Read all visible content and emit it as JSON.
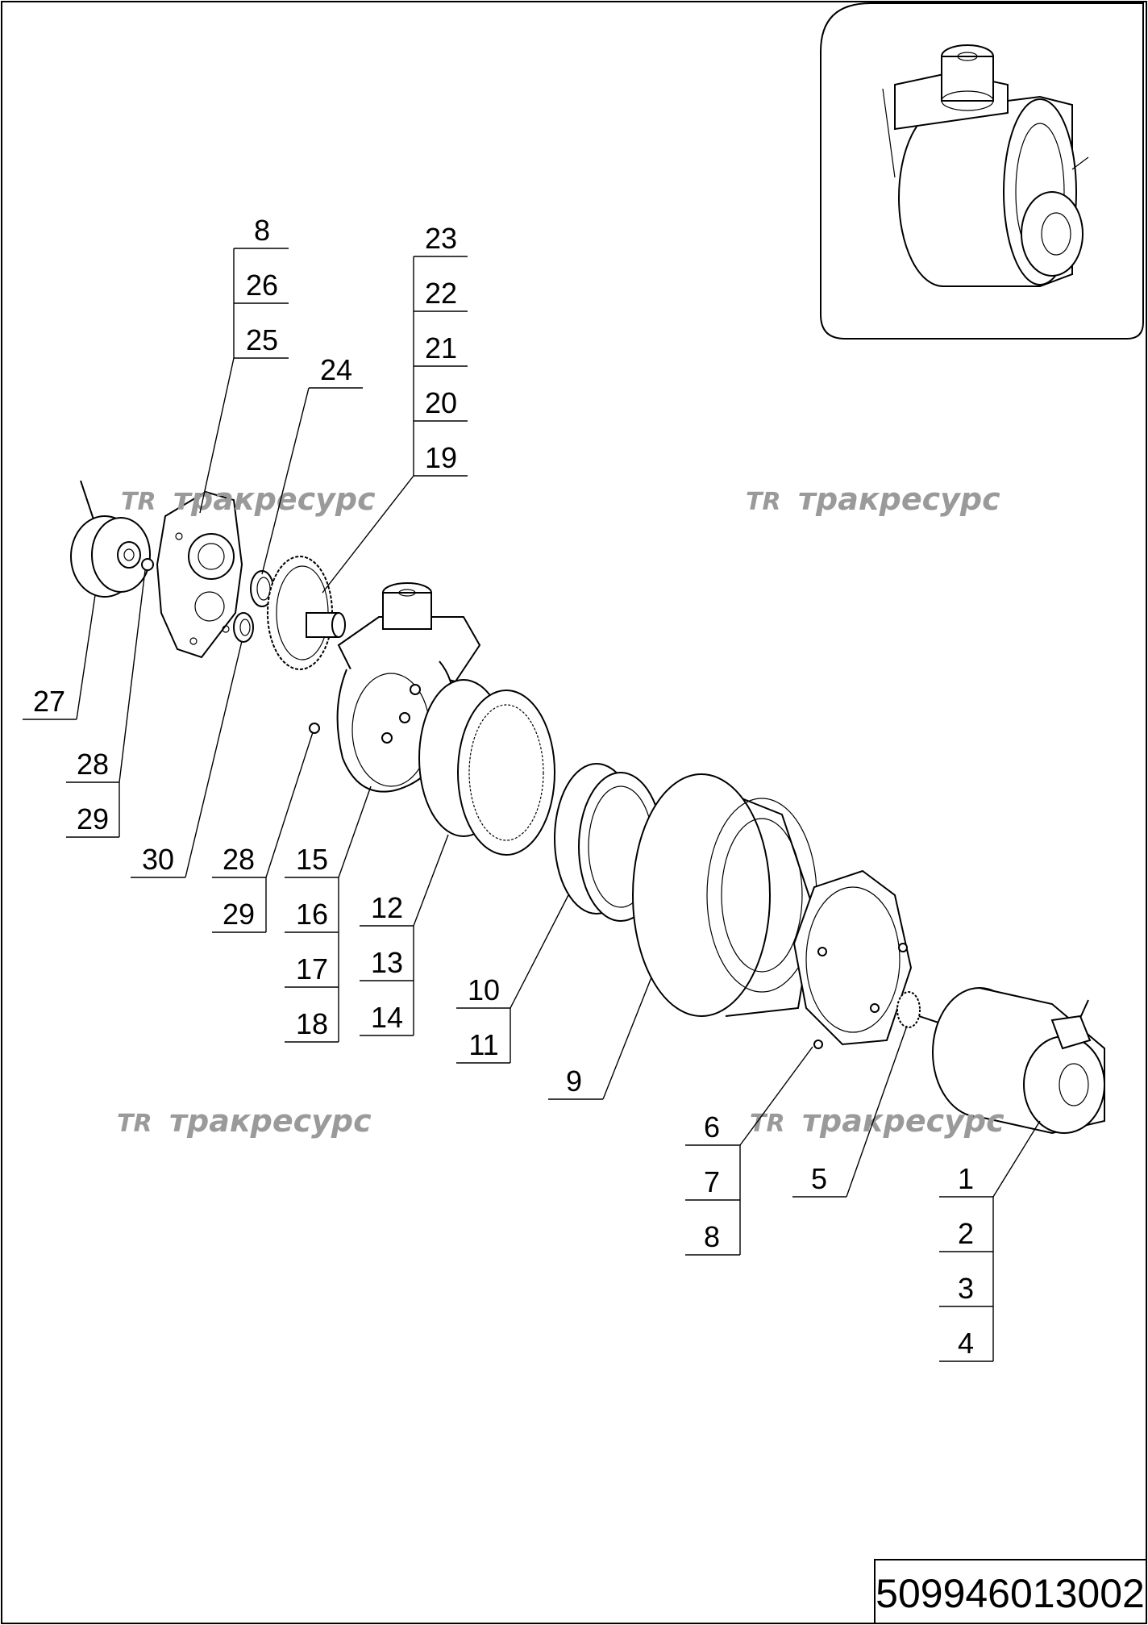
{
  "watermark": {
    "logo": "TR",
    "text": "тракресурс"
  },
  "drawing_code": "509946013002",
  "callouts": [
    {
      "id": "g-8-26-25",
      "labels": [
        "8",
        "26",
        "25"
      ]
    },
    {
      "id": "g-23-19",
      "labels": [
        "23",
        "22",
        "21",
        "20",
        "19"
      ]
    },
    {
      "id": "g-24",
      "labels": [
        "24"
      ]
    },
    {
      "id": "g-27",
      "labels": [
        "27"
      ]
    },
    {
      "id": "g-28-29-a",
      "labels": [
        "28",
        "29"
      ]
    },
    {
      "id": "g-30",
      "labels": [
        "30"
      ]
    },
    {
      "id": "g-28-29-b",
      "labels": [
        "28",
        "29"
      ]
    },
    {
      "id": "g-15-18",
      "labels": [
        "15",
        "16",
        "17",
        "18"
      ]
    },
    {
      "id": "g-12-14",
      "labels": [
        "12",
        "13",
        "14"
      ]
    },
    {
      "id": "g-10-11",
      "labels": [
        "10",
        "11"
      ]
    },
    {
      "id": "g-9",
      "labels": [
        "9"
      ]
    },
    {
      "id": "g-6-8",
      "labels": [
        "6",
        "7",
        "8"
      ]
    },
    {
      "id": "g-5",
      "labels": [
        "5"
      ]
    },
    {
      "id": "g-1-4",
      "labels": [
        "1",
        "2",
        "3",
        "4"
      ]
    }
  ]
}
